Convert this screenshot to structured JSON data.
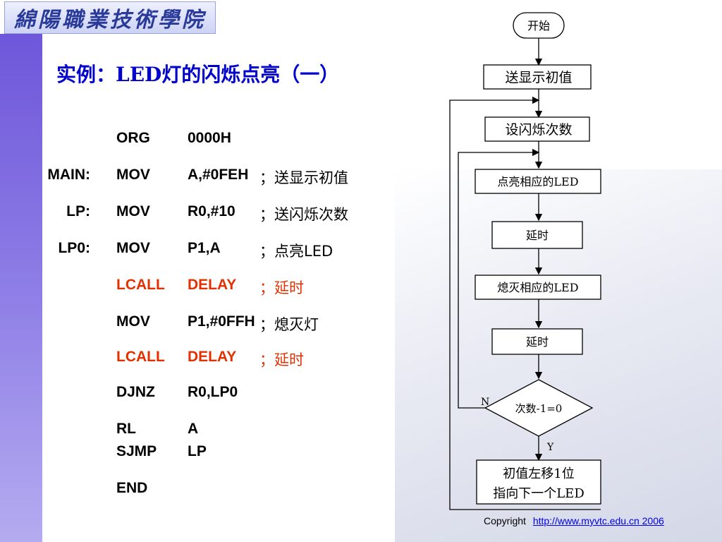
{
  "header": {
    "logo_text": "綿陽職業技術學院",
    "slide_title": "实例：LED灯的闪烁点亮（一）"
  },
  "code": [
    {
      "label": "",
      "op": "ORG",
      "arg": "0000H",
      "comment": "",
      "highlight": false
    },
    {
      "label": "MAIN:",
      "op": "MOV",
      "arg": "A,#0FEH",
      "comment": "；送显示初值",
      "highlight": false
    },
    {
      "label": "LP:",
      "op": "MOV",
      "arg": "R0,#10",
      "comment": "；送闪烁次数",
      "highlight": false
    },
    {
      "label": "LP0:",
      "op": "MOV",
      "arg": "P1,A",
      "comment": "；点亮LED",
      "highlight": false
    },
    {
      "label": "",
      "op": "LCALL",
      "arg": "DELAY",
      "comment": "；延时",
      "highlight": true
    },
    {
      "label": "",
      "op": "MOV",
      "arg": "P1,#0FFH",
      "comment": "；熄灭灯",
      "highlight": false
    },
    {
      "label": "",
      "op": "LCALL",
      "arg": "DELAY",
      "comment": "；延时",
      "highlight": true
    },
    {
      "label": "",
      "op": "DJNZ",
      "arg": "R0,LP0",
      "comment": "",
      "highlight": false
    },
    {
      "label": "",
      "op": " RL",
      "arg": "A",
      "comment": "",
      "highlight": false
    },
    {
      "label": "",
      "op": "SJMP",
      "arg": "LP",
      "comment": "",
      "highlight": false
    },
    {
      "label": "",
      "op": "END",
      "arg": "",
      "comment": "",
      "highlight": false
    }
  ],
  "flowchart": {
    "start": "开始",
    "step1": "送显示初值",
    "step2": "设闪烁次数",
    "step3": "点亮相应的LED",
    "step4": "延时",
    "step5": "熄灭相应的LED",
    "step6": "延时",
    "decision": "次数-1=0",
    "no_label": "N",
    "yes_label": "Y",
    "step7_line1": "初值左移1位",
    "step7_line2": "指向下一个LED"
  },
  "footer": {
    "copyright_label": "Copyright",
    "link_text": "http://www.myvtc.edu.cn 2006"
  },
  "colors": {
    "title": "#0000cc",
    "highlight_code": "#e23000",
    "sidebar": "#7a66e0",
    "link": "#0000ee"
  }
}
